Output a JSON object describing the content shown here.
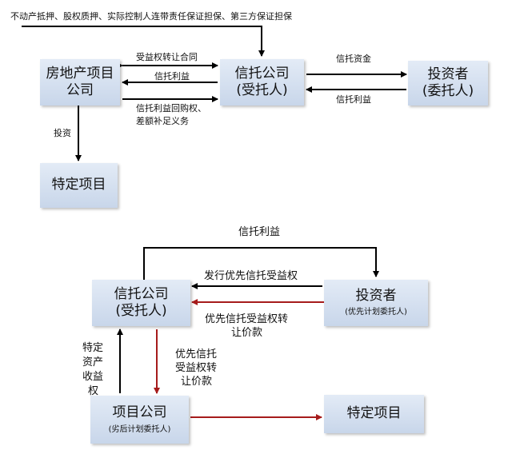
{
  "top_caption": "不动产抵押、股权质押、实际控制人连带责任保证担保、第三方保证担保",
  "top": {
    "developer_line1": "房地产项目",
    "developer_line2": "公司",
    "trust_line1": "信托公司",
    "trust_line2": "(受托人)",
    "investor_line1": "投资者",
    "investor_line2": "(委托人)",
    "project": "特定项目",
    "label_transfer": "受益权转让合同",
    "label_benefit_left": "信托利益",
    "label_repurchase_line1": "信托利益回购权、",
    "label_repurchase_line2": "差额补足义务",
    "label_funds": "信托资金",
    "label_benefit_right": "信托利益",
    "label_invest": "投资"
  },
  "bottom": {
    "label_benefit_top": "信托利益",
    "trust_line1": "信托公司",
    "trust_line2": "(受托人)",
    "investor": "投资者",
    "investor_sub": "(优先计划委托人)",
    "label_issue": "发行优先信托受益权",
    "label_transfer_right_line1": "优先信托受益权转",
    "label_transfer_right_line2": "让价款",
    "label_asset_v1": "特定",
    "label_asset_v2": "资产",
    "label_asset_v3": "收益",
    "label_asset_v4": "权",
    "label_transfer_down_line1": "优先信托",
    "label_transfer_down_line2": "受益权转",
    "label_transfer_down_line3": "让价款",
    "project_company": "项目公司",
    "project_company_sub": "(劣后计划委托人)",
    "project": "特定项目"
  },
  "colors": {
    "box_top": "#e3ebf6",
    "box_bottom": "#c8d6ea",
    "arrow": "#000000",
    "arrow_red": "#a61b1b"
  }
}
